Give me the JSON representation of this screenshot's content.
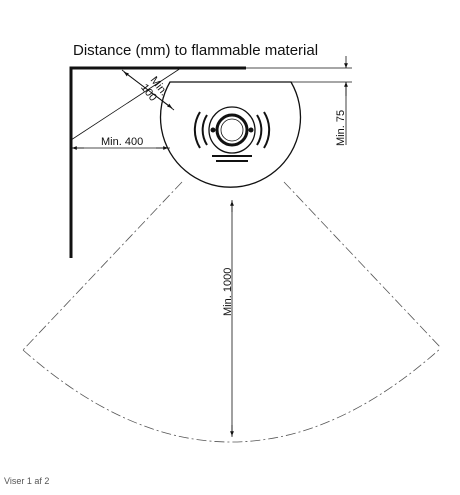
{
  "diagram": {
    "title": "Distance (mm) to flammable material",
    "labels": {
      "min_100_line1": "Min.",
      "min_100_line2": "100",
      "min_75": "Min. 75",
      "min_400": "Min. 400",
      "min_1000": "Min. 1000"
    }
  },
  "footer": {
    "pager_text": "Viser 1 af 2"
  },
  "colors": {
    "line": "#111111",
    "background": "#ffffff"
  }
}
